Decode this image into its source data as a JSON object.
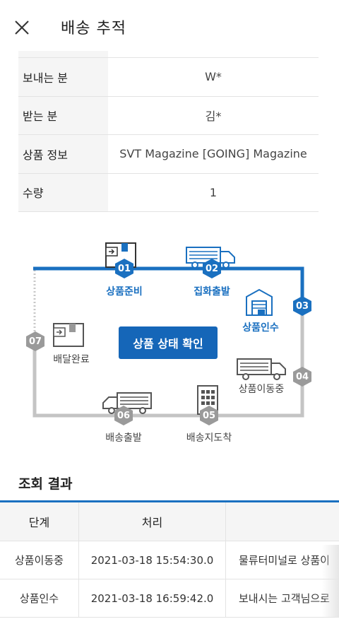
{
  "header": {
    "title": "배송 추적"
  },
  "info": {
    "rows": [
      {
        "label": "보내는 분",
        "value": "W*"
      },
      {
        "label": "받는 분",
        "value": "김*"
      },
      {
        "label": "상품 정보",
        "value": "SVT Magazine [GOING] Magazine"
      },
      {
        "label": "수량",
        "value": "1"
      }
    ]
  },
  "diagram": {
    "status_button": "상품 상태 확인",
    "steps": [
      {
        "num": "01",
        "label": "상품준비",
        "active": true,
        "icon": "box-icon"
      },
      {
        "num": "02",
        "label": "집화출발",
        "active": true,
        "icon": "truck-icon"
      },
      {
        "num": "03",
        "label": "상품인수",
        "active": true,
        "icon": "warehouse-icon"
      },
      {
        "num": "04",
        "label": "상품이동중",
        "active": false,
        "icon": "truck-icon"
      },
      {
        "num": "05",
        "label": "배송지도착",
        "active": false,
        "icon": "building-icon"
      },
      {
        "num": "06",
        "label": "배송출발",
        "active": false,
        "icon": "truck-icon"
      },
      {
        "num": "07",
        "label": "배달완료",
        "active": false,
        "icon": "box-icon"
      }
    ],
    "colors": {
      "active": "#1a70c0",
      "inactive": "#b8b8b8",
      "badge_inactive": "#9a9a9a"
    }
  },
  "results": {
    "title": "조회 결과",
    "columns": [
      "단계",
      "처리",
      ""
    ],
    "rows": [
      {
        "stage": "상품이동중",
        "time": "2021-03-18 15:54:30.0",
        "detail": "물류터미널로 상품이"
      },
      {
        "stage": "상품인수",
        "time": "2021-03-18 16:59:42.0",
        "detail": "보내시는 고객님으로"
      }
    ]
  }
}
